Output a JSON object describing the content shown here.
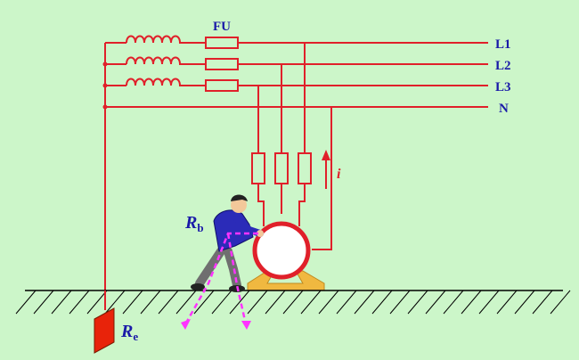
{
  "diagram": {
    "fuse_label": "FU",
    "lines": [
      "L1",
      "L2",
      "L3",
      "N"
    ],
    "current_label": "i",
    "body_resistance": {
      "symbol": "R",
      "subscript": "b"
    },
    "earth_resistance": {
      "symbol": "R",
      "subscript": "e"
    }
  },
  "colors": {
    "background": "#ccf6c9",
    "wire": "#e0202a",
    "label": "#1a1aa8",
    "current_path": "#ff33ff",
    "base": "#f0b840",
    "earth_electrode": "#e8230a"
  }
}
